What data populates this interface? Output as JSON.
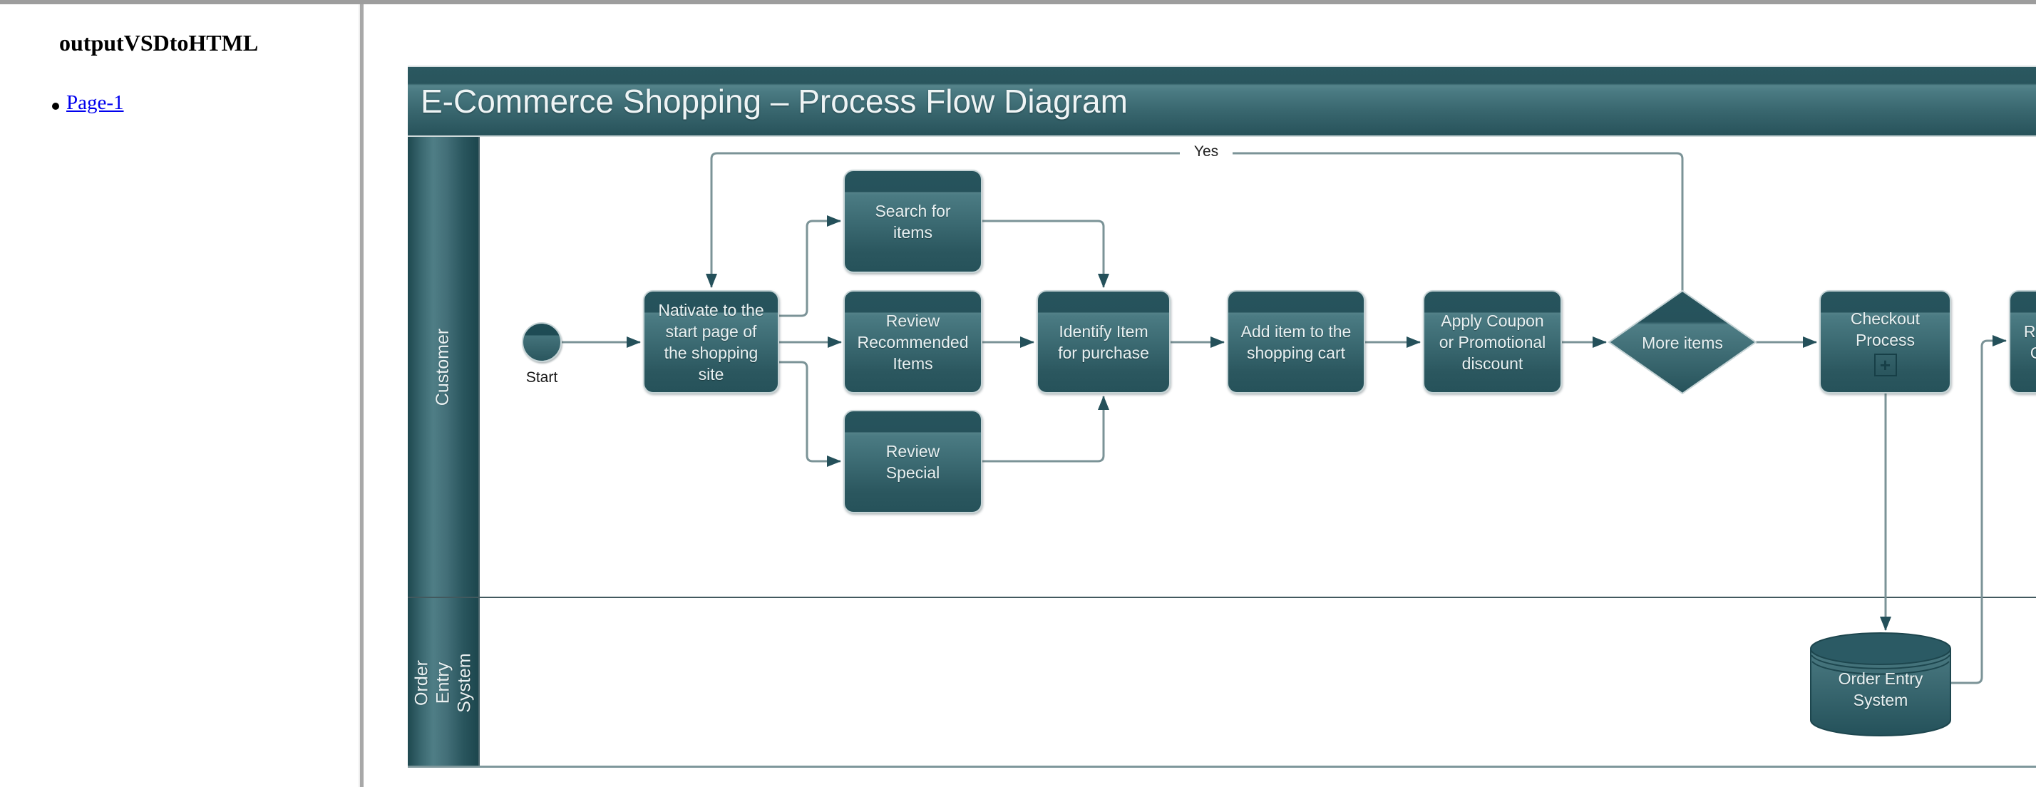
{
  "sidebar": {
    "title": "outputVSDtoHTML",
    "links": [
      {
        "label": "Page-1"
      }
    ]
  },
  "diagram": {
    "title": "E-Commerce Shopping – Process Flow Diagram",
    "lanes": [
      {
        "label": "Customer"
      },
      {
        "label": "Order Entry\nSystem"
      }
    ],
    "nodes": {
      "start": "Start",
      "navigate": "Nativate to the\nstart page of\nthe shopping\nsite",
      "search": "Search for\nitems",
      "review_recommended": "Review\nRecommended\nItems",
      "review_special": "Review\nSpecial",
      "identify": "Identify Item\nfor purchase",
      "add_to_cart": "Add item to the\nshopping cart",
      "apply_coupon": "Apply Coupon\nor Promotional\ndiscount",
      "more_items": "More items",
      "checkout": "Checkout\nProcess",
      "checkout_subprocess_marker": "+",
      "receive_order": "Receive Order\nConfirmation",
      "order_entry_db": "Order Entry\nSystem"
    },
    "edge_labels": {
      "yes": "Yes"
    },
    "edges": [
      {
        "from": "start",
        "to": "navigate"
      },
      {
        "from": "navigate",
        "to": "search"
      },
      {
        "from": "navigate",
        "to": "review_recommended"
      },
      {
        "from": "navigate",
        "to": "review_special"
      },
      {
        "from": "search",
        "to": "identify"
      },
      {
        "from": "review_recommended",
        "to": "identify"
      },
      {
        "from": "review_special",
        "to": "identify"
      },
      {
        "from": "identify",
        "to": "add_to_cart"
      },
      {
        "from": "add_to_cart",
        "to": "apply_coupon"
      },
      {
        "from": "apply_coupon",
        "to": "more_items"
      },
      {
        "from": "more_items",
        "to": "checkout"
      },
      {
        "from": "more_items",
        "to": "navigate",
        "label": "Yes"
      },
      {
        "from": "checkout",
        "to": "order_entry_db"
      },
      {
        "from": "order_entry_db",
        "to": "receive_order"
      }
    ],
    "colors": {
      "node_dark": "#27545d",
      "node_light": "#4b7b83",
      "node_border": "#c6d4d6",
      "connector": "#7b9397",
      "arrowhead": "#24505a",
      "band_gray": "#9d9d9d",
      "link_blue": "#0000ee",
      "node_text": "#e9f1f2"
    }
  }
}
